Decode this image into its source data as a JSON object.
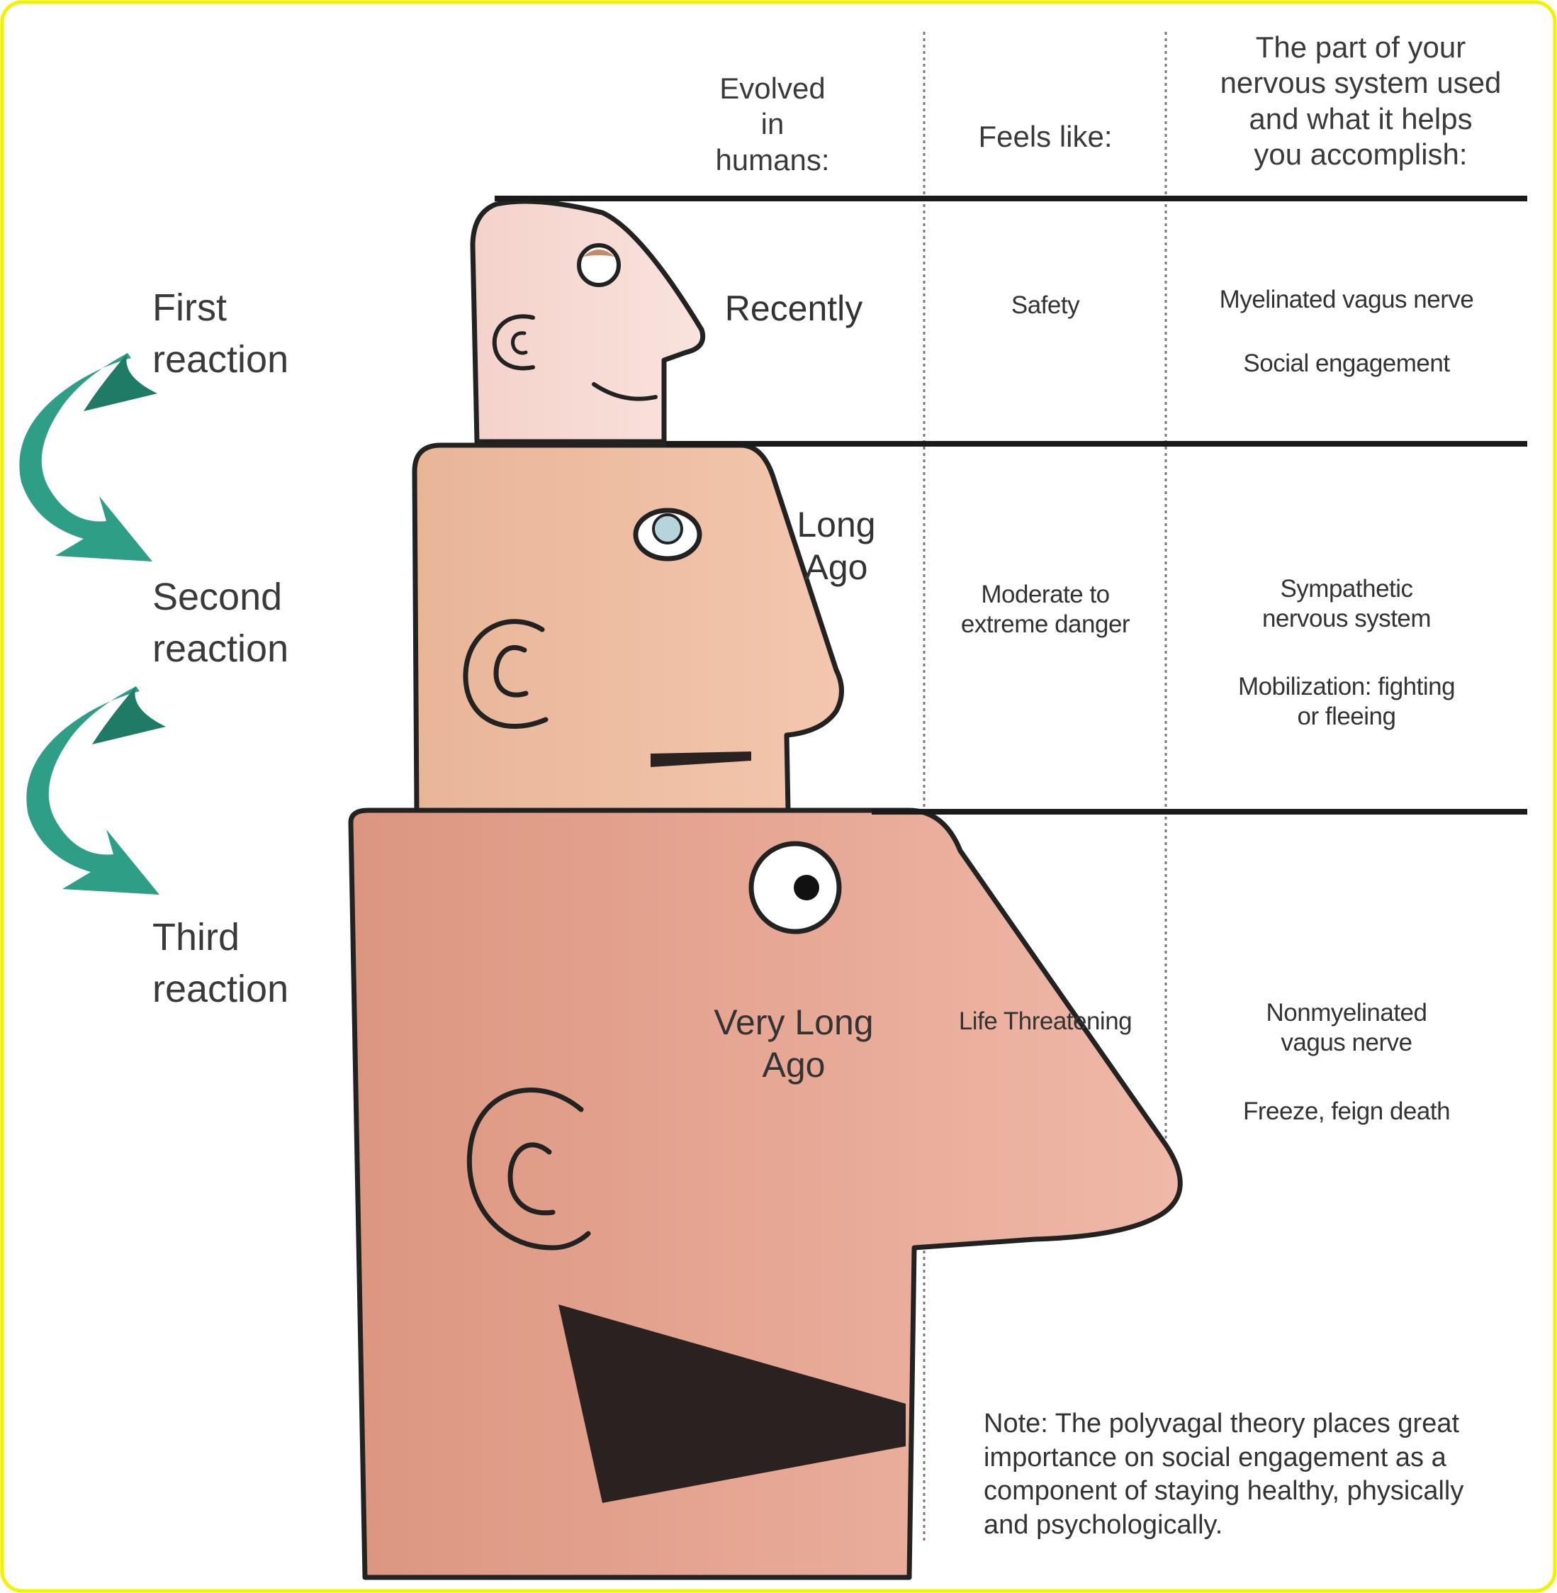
{
  "headers": {
    "evolved": "Evolved\nin\nhumans:",
    "feels": "Feels like:",
    "part": "The part of your\nnervous system used\nand what it helps\nyou accomplish:"
  },
  "reactions": [
    "First\nreaction",
    "Second\nreaction",
    "Third\nreaction"
  ],
  "rows": [
    {
      "evolved": "Recently",
      "feels": "Safety",
      "system": "Myelinated vagus nerve",
      "function": "Social engagement"
    },
    {
      "evolved": "Long\nAgo",
      "feels": "Moderate to\nextreme danger",
      "system": "Sympathetic\nnervous system",
      "function": "Mobilization: fighting\nor fleeing"
    },
    {
      "evolved": "Very Long\nAgo",
      "feels": "Life Threatening",
      "system": "Nonmyelinated\nvagus nerve",
      "function": "Freeze, feign death"
    }
  ],
  "note": [
    "Note: The polyvagal theory places great",
    "importance on social engagement as a",
    "component of staying healthy, physically",
    "and psychologically."
  ],
  "colors": {
    "frame": "#f2f200",
    "arrow": "#2e9e86",
    "arrow_dark": "#1f7a66",
    "skin_light": "#f6d8d0",
    "skin_mid": "#eeb89a",
    "skin_dark": "#e09e86",
    "outline": "#222222"
  }
}
